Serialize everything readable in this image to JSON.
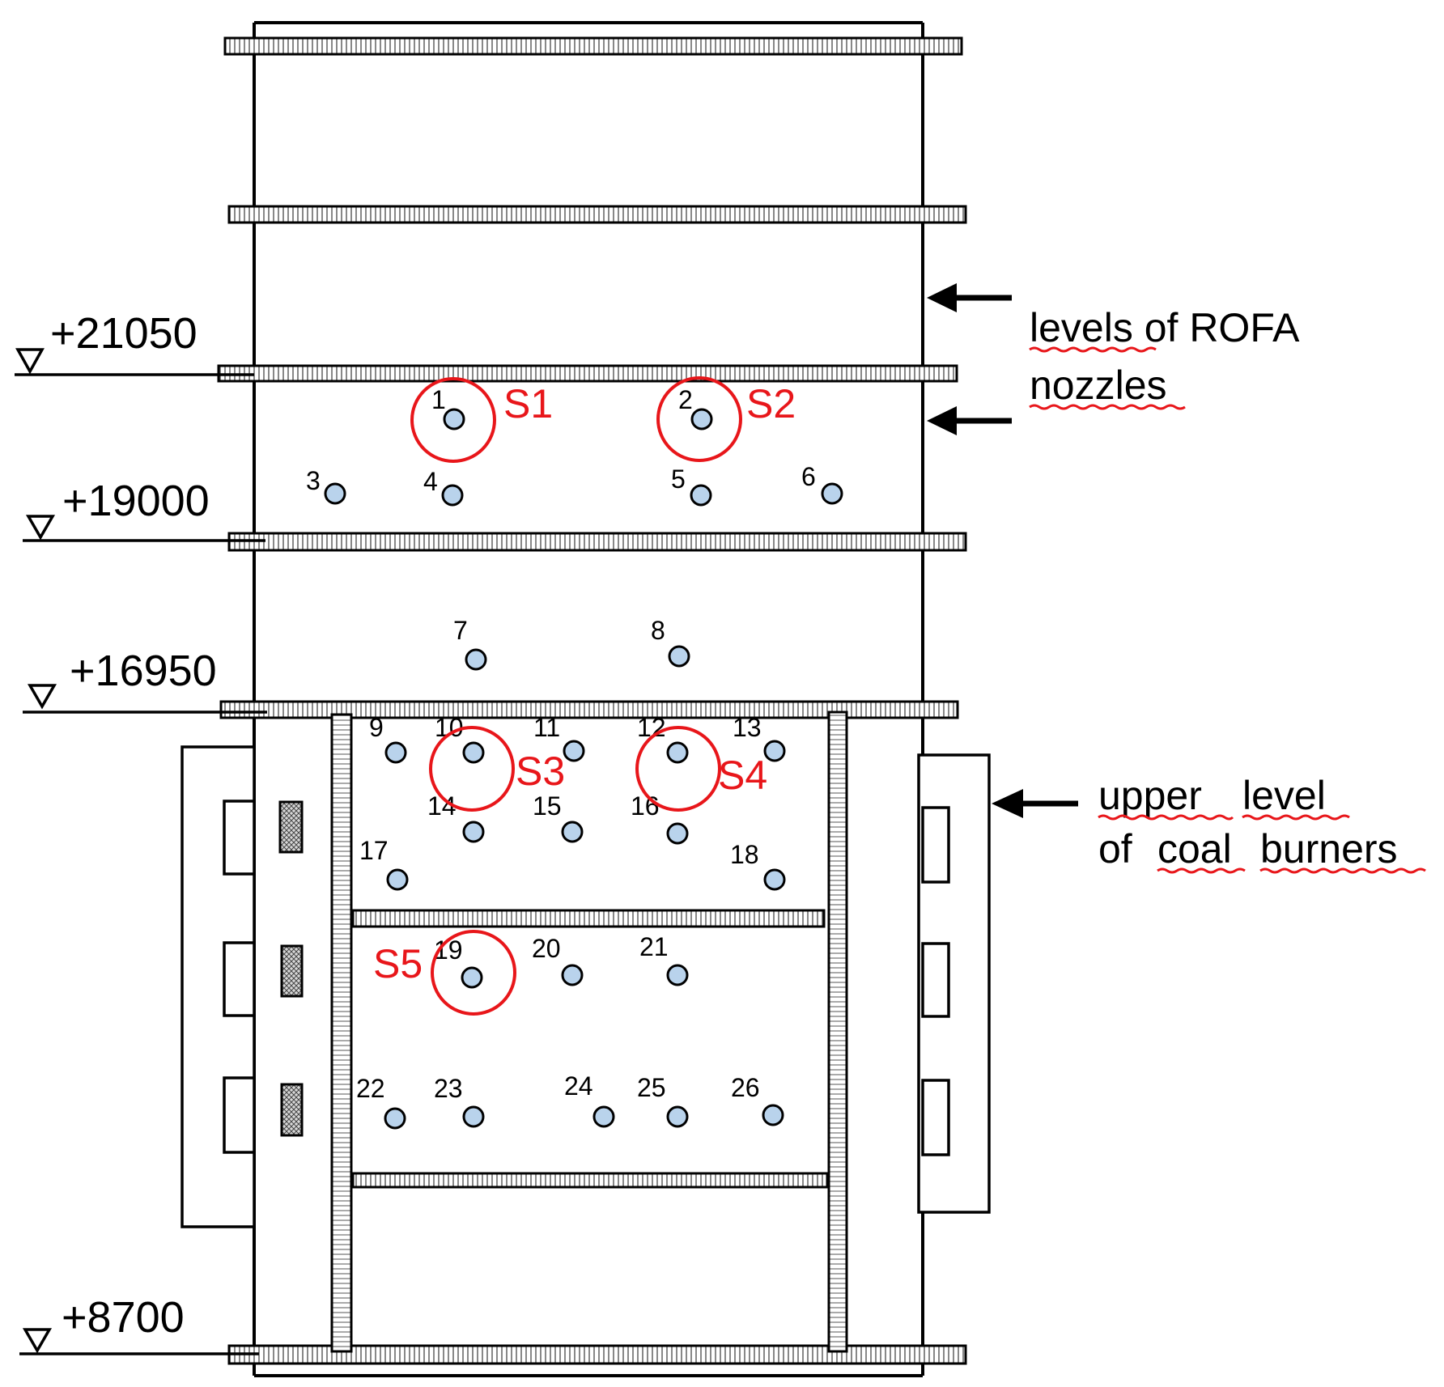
{
  "colors": {
    "line": "#000000",
    "port_fill": "#b9d3ec",
    "highlight": "#e8161a",
    "spellcheck_underline": "#e8161a"
  },
  "elevations": [
    {
      "id": "e21050",
      "label": "+21050"
    },
    {
      "id": "e19000",
      "label": "+19000"
    },
    {
      "id": "e16950",
      "label": "+16950"
    },
    {
      "id": "e8700",
      "label": "+8700"
    }
  ],
  "annotations": {
    "rofa_line1_word1": "levels",
    "rofa_line1_rest": " of ROFA",
    "rofa_line2": "nozzles",
    "burner_line1_word1": "upper",
    "burner_line1_word2": "level",
    "burner_line2_word1": "of ",
    "burner_line2_word2": "coal",
    "burner_line2_word3": "burners"
  },
  "ports": [
    {
      "id": 1,
      "label": "1"
    },
    {
      "id": 2,
      "label": "2"
    },
    {
      "id": 3,
      "label": "3"
    },
    {
      "id": 4,
      "label": "4"
    },
    {
      "id": 5,
      "label": "5"
    },
    {
      "id": 6,
      "label": "6"
    },
    {
      "id": 7,
      "label": "7"
    },
    {
      "id": 8,
      "label": "8"
    },
    {
      "id": 9,
      "label": "9"
    },
    {
      "id": 10,
      "label": "10"
    },
    {
      "id": 11,
      "label": "11"
    },
    {
      "id": 12,
      "label": "12"
    },
    {
      "id": 13,
      "label": "13"
    },
    {
      "id": 14,
      "label": "14"
    },
    {
      "id": 15,
      "label": "15"
    },
    {
      "id": 16,
      "label": "16"
    },
    {
      "id": 17,
      "label": "17"
    },
    {
      "id": 18,
      "label": "18"
    },
    {
      "id": 19,
      "label": "19"
    },
    {
      "id": 20,
      "label": "20"
    },
    {
      "id": 21,
      "label": "21"
    },
    {
      "id": 22,
      "label": "22"
    },
    {
      "id": 23,
      "label": "23"
    },
    {
      "id": 24,
      "label": "24"
    },
    {
      "id": 25,
      "label": "25"
    },
    {
      "id": 26,
      "label": "26"
    }
  ],
  "sections": [
    {
      "id": "S1",
      "label": "S1",
      "port": 1
    },
    {
      "id": "S2",
      "label": "S2",
      "port": 2
    },
    {
      "id": "S3",
      "label": "S3",
      "port": 10
    },
    {
      "id": "S4",
      "label": "S4",
      "port": 12
    },
    {
      "id": "S5",
      "label": "S5",
      "port": 19
    }
  ]
}
